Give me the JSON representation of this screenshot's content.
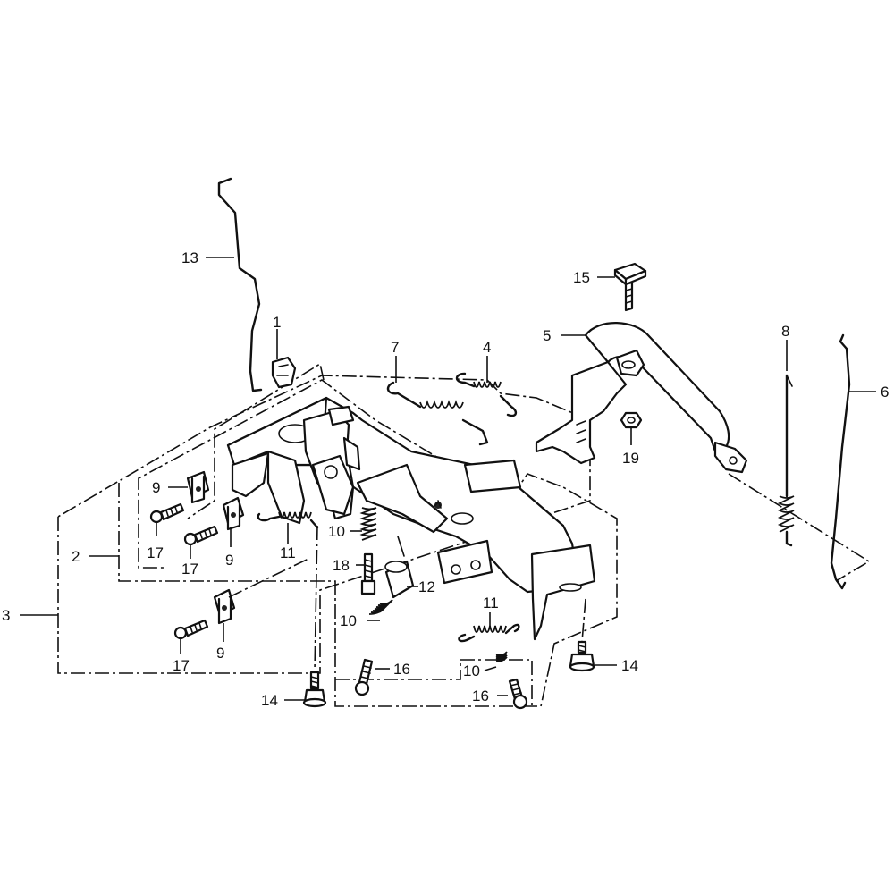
{
  "diagram": {
    "callouts": [
      {
        "id": "c1",
        "number": "1"
      },
      {
        "id": "c2",
        "number": "2"
      },
      {
        "id": "c3",
        "number": "3"
      },
      {
        "id": "c4",
        "number": "4"
      },
      {
        "id": "c5",
        "number": "5"
      },
      {
        "id": "c6",
        "number": "6"
      },
      {
        "id": "c7",
        "number": "7"
      },
      {
        "id": "c8",
        "number": "8"
      },
      {
        "id": "c9a",
        "number": "9"
      },
      {
        "id": "c9b",
        "number": "9"
      },
      {
        "id": "c9c",
        "number": "9"
      },
      {
        "id": "c10a",
        "number": "10"
      },
      {
        "id": "c10b",
        "number": "10"
      },
      {
        "id": "c10c",
        "number": "10"
      },
      {
        "id": "c11a",
        "number": "11"
      },
      {
        "id": "c11b",
        "number": "11"
      },
      {
        "id": "c12",
        "number": "12"
      },
      {
        "id": "c13",
        "number": "13"
      },
      {
        "id": "c14a",
        "number": "14"
      },
      {
        "id": "c14b",
        "number": "14"
      },
      {
        "id": "c15",
        "number": "15"
      },
      {
        "id": "c16a",
        "number": "16"
      },
      {
        "id": "c16b",
        "number": "16"
      },
      {
        "id": "c17a",
        "number": "17"
      },
      {
        "id": "c17b",
        "number": "17"
      },
      {
        "id": "c17c",
        "number": "17"
      },
      {
        "id": "c18",
        "number": "18"
      },
      {
        "id": "c19",
        "number": "19"
      }
    ]
  }
}
